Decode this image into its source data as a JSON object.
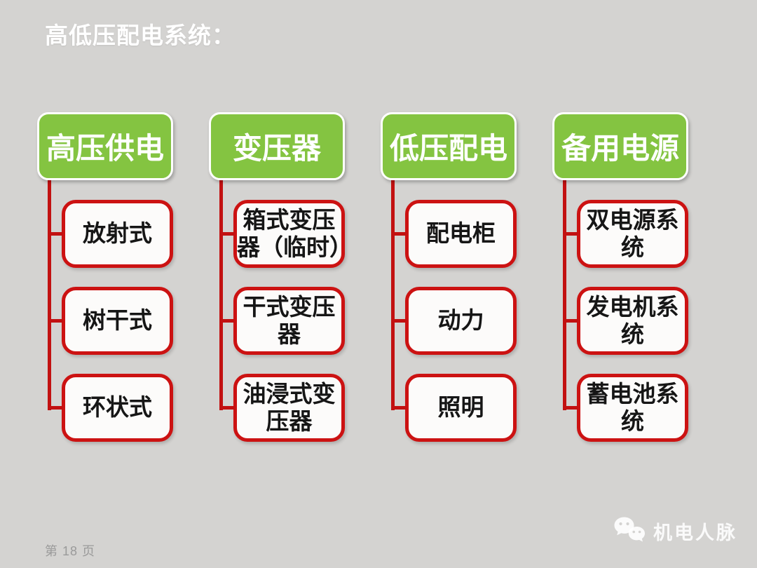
{
  "slide": {
    "title": "高低压配电系统：",
    "page_label": "第 18 页",
    "brand": "机电人脉"
  },
  "colors": {
    "background": "#d4d3d1",
    "header_green": "#84c441",
    "connector_red": "#c21111",
    "box_border_red": "#cc1212",
    "box_fill": "#fcfbfa"
  },
  "columns": [
    {
      "title": "高压供电",
      "items": [
        "放射式",
        "树干式",
        "环状式"
      ]
    },
    {
      "title": "变压器",
      "items": [
        "箱式变压器（临时）",
        "干式变压器",
        "油浸式变压器"
      ]
    },
    {
      "title": "低压配电",
      "items": [
        "配电柜",
        "动力",
        "照明"
      ]
    },
    {
      "title": "备用电源",
      "items": [
        "双电源系统",
        "发电机系统",
        "蓄电池系统"
      ]
    }
  ]
}
